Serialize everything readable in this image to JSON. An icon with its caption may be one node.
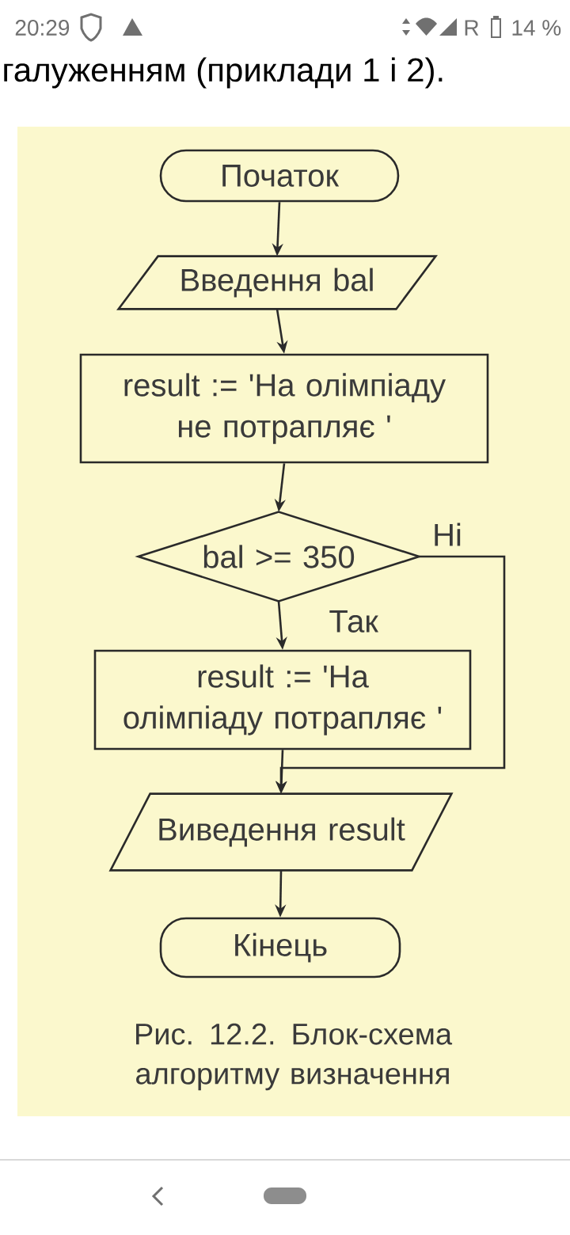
{
  "diagram": {
    "caption": "Рис. 12.2. Блок-схема алгоритму визначення",
    "nodes": [
      {
        "text": [
          "Початок"
        ]
      },
      {
        "text": [
          "Введення bal"
        ]
      },
      {
        "text": [
          "result := 'На олімпіаду не потрапляє '"
        ]
      },
      {
        "text": [
          "bal >= 350"
        ]
      },
      {
        "text": [
          "result := 'На олімпіаду потрапляє '"
        ]
      },
      {
        "text": [
          "Виведення result"
        ]
      },
      {
        "text": [
          "Кінець"
        ]
      }
    ],
    "edges": [
      {
        "from": 0,
        "to": 1,
        "arrow": "to"
      },
      {
        "from": 1,
        "to": 2,
        "arrow": "to"
      },
      {
        "from": 2,
        "to": 3,
        "arrow": "to"
      },
      {
        "from": 3,
        "to": 4,
        "arrow": "to",
        "label": "Так"
      },
      {
        "from": 4,
        "to": 5,
        "arrow": "to"
      },
      {
        "from": 3,
        "to": 5,
        "arrow": "to",
        "label": "Ні"
      },
      {
        "from": 5,
        "to": 6,
        "arrow": "to"
      }
    ],
    "labels": [
      "20:29",
      "R",
      "14 %",
      "галуженням (приклади 1 і 2)."
    ]
  }
}
